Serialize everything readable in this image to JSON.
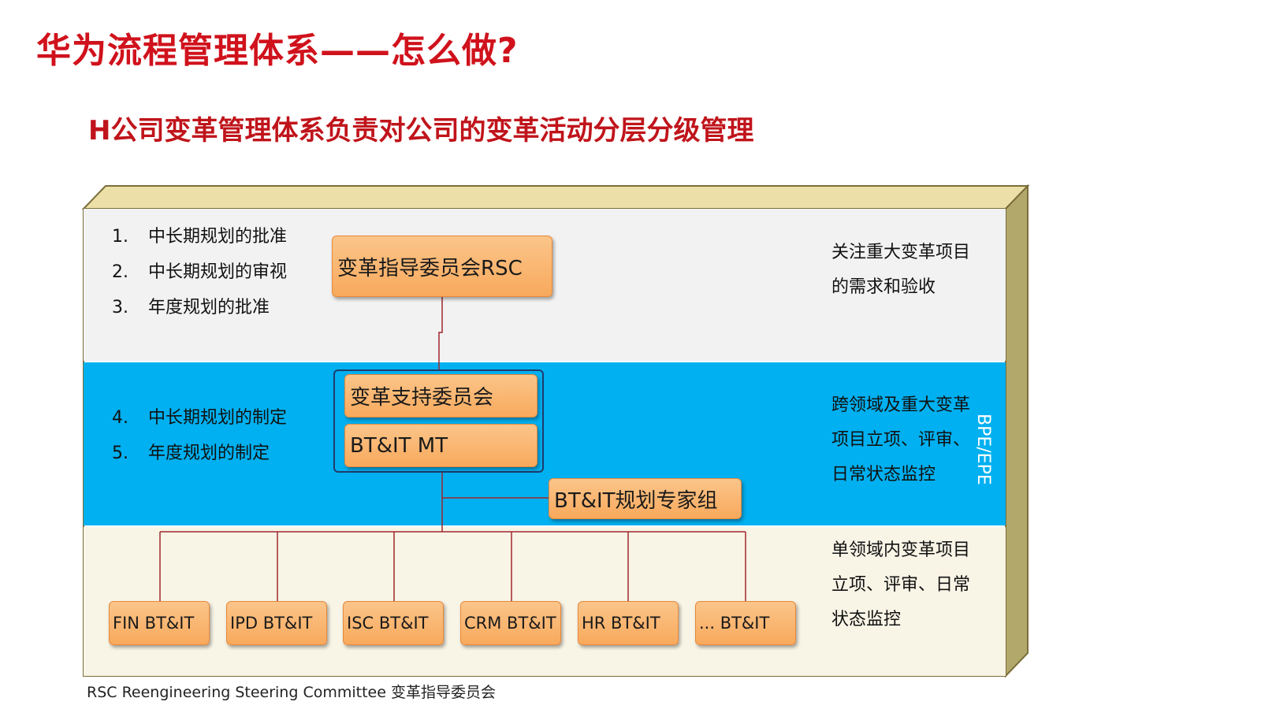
{
  "page": {
    "title": "华为流程管理体系——怎么做?",
    "subtitle": "H公司变革管理体系负责对公司的变革活动分层分级管理",
    "footer": "RSC Reengineering Steering Committee  变革指导委员会"
  },
  "diagram": {
    "side_label": "BPE/EPE",
    "top_layer": {
      "items": [
        {
          "num": "1.",
          "text": "中长期规划的批准"
        },
        {
          "num": "2.",
          "text": "中长期规划的审视"
        },
        {
          "num": "3.",
          "text": "年度规划的批准"
        }
      ],
      "node": "变革指导委员会RSC",
      "note_lines": [
        "关注重大变革项目",
        "的需求和验收"
      ]
    },
    "middle_layer": {
      "items": [
        {
          "num": "4.",
          "text": "中长期规划的制定"
        },
        {
          "num": "5.",
          "text": "年度规划的制定"
        }
      ],
      "nodes": [
        "变革支持委员会",
        "BT&IT MT"
      ],
      "expert_node": "BT&IT规划专家组",
      "note_lines": [
        "跨领域及重大变革",
        "项目立项、评审、",
        "日常状态监控"
      ]
    },
    "bottom_layer": {
      "nodes": [
        "FIN BT&IT",
        "IPD BT&IT",
        "ISC BT&IT",
        "CRM BT&IT",
        "HR BT&IT",
        "... BT&IT"
      ],
      "note_lines": [
        "单领域内变革项目",
        "立项、评审、日常",
        "状态监控"
      ]
    },
    "colors": {
      "title_red": "#d0121c",
      "top_band": "#f2f2f2",
      "middle_band": "#00b0f0",
      "bottom_band": "#f8f4e6",
      "box_side": "#b3a86b",
      "node_orange": "#f8a95c",
      "connector": "#a0282c"
    }
  }
}
